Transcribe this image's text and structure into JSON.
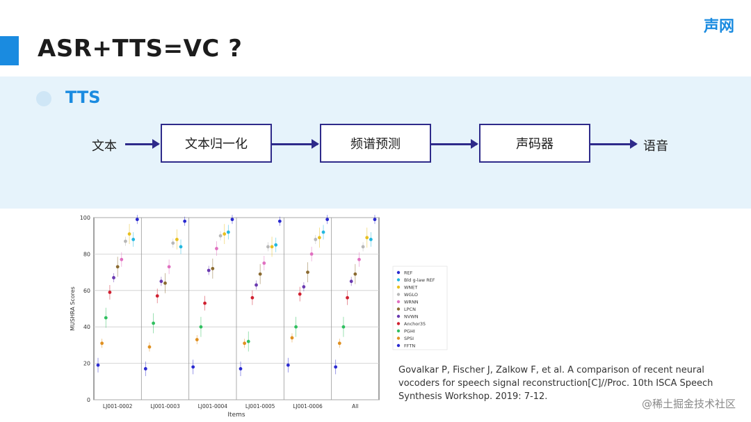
{
  "slide": {
    "title": "ASR+TTS=VC ?",
    "logo": "声网",
    "subtitle": "TTS",
    "accent_color": "#1a8be0"
  },
  "flow": {
    "input": "文本",
    "steps": [
      "文本归一化",
      "频谱预测",
      "声码器"
    ],
    "output": "语音"
  },
  "citation": "Govalkar P, Fischer J, Zalkow F, et al. A comparison of recent neural vocoders for speech signal reconstruction[C]//Proc. 10th ISCA Speech Synthesis Workshop. 2019: 7-12.",
  "watermark": "@稀土掘金技术社区",
  "chart_data": {
    "type": "scatter",
    "xlabel": "Items",
    "ylabel": "MUSHRA Scores",
    "ylim": [
      0,
      100
    ],
    "yticks": [
      0,
      20,
      40,
      60,
      80,
      100
    ],
    "grid": true,
    "legend_placement": "right",
    "categories": [
      "LJ001-0002",
      "LJ001-0003",
      "LJ001-0004",
      "LJ001-0005",
      "LJ001-0006",
      "All"
    ],
    "series": [
      {
        "name": "REF",
        "color": "#2a2ad0",
        "values": [
          99,
          98,
          99,
          98,
          99,
          99
        ]
      },
      {
        "name": "Bld g-law REF",
        "color": "#22b8e0",
        "values": [
          88,
          84,
          92,
          85,
          92,
          88
        ]
      },
      {
        "name": "WNET",
        "color": "#e8c020",
        "values": [
          91,
          88,
          91,
          84,
          89,
          89
        ]
      },
      {
        "name": "WGLO",
        "color": "#b8b8b8",
        "values": [
          87,
          86,
          90,
          84,
          88,
          84
        ]
      },
      {
        "name": "WRNN",
        "color": "#e070c0",
        "values": [
          77,
          73,
          83,
          75,
          80,
          77
        ]
      },
      {
        "name": "LPCN",
        "color": "#8a6a30",
        "values": [
          73,
          64,
          72,
          69,
          70,
          69
        ]
      },
      {
        "name": "NVWN",
        "color": "#6a3ab0",
        "values": [
          67,
          65,
          71,
          63,
          62,
          65
        ]
      },
      {
        "name": "Anchor35",
        "color": "#d02030",
        "values": [
          59,
          57,
          53,
          56,
          58,
          56
        ]
      },
      {
        "name": "PGHI",
        "color": "#30c060",
        "values": [
          45,
          42,
          40,
          32,
          40,
          40
        ]
      },
      {
        "name": "SPSI",
        "color": "#e09020",
        "values": [
          31,
          29,
          33,
          31,
          34,
          31
        ]
      },
      {
        "name": "FFTN",
        "color": "#2a2ad0",
        "values": [
          19,
          17,
          18,
          17,
          19,
          18
        ]
      }
    ]
  }
}
